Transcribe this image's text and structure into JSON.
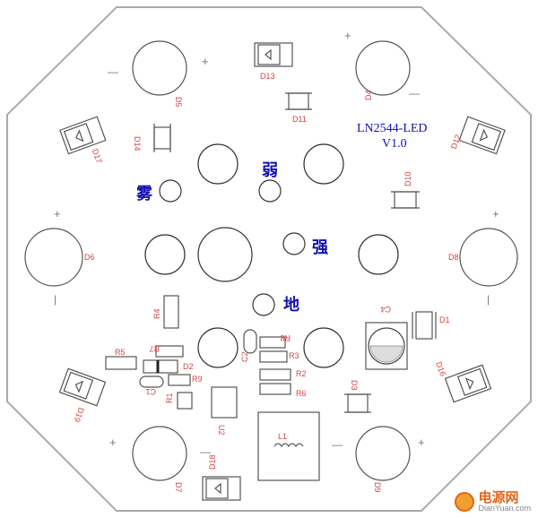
{
  "board": {
    "title": "LN2544-LED",
    "version": "V1.0",
    "zones": {
      "fog": "雾",
      "weak": "弱",
      "strong": "强",
      "ground": "地"
    }
  },
  "refs": {
    "D1": "D1",
    "D2": "D2",
    "D3": "D3",
    "D4": "D4",
    "D5": "D5",
    "D6": "D6",
    "D7": "D7",
    "D8": "D8",
    "D9": "D9",
    "D10": "D10",
    "D11": "D11",
    "D12": "D12",
    "D13": "D13",
    "D14": "D14",
    "D16": "D16",
    "D17": "D17",
    "D18": "D18",
    "D19": "D19",
    "R1": "R1",
    "R2": "R2",
    "R3": "R3",
    "R4": "R4",
    "R5": "R5",
    "R6": "R6",
    "R7": "R7",
    "R8": "R8",
    "R9": "R9",
    "C1": "C1",
    "C2": "C2",
    "C4": "C4",
    "U2": "U2",
    "L1": "L1"
  },
  "watermark": {
    "brand": "电源网",
    "url": "DianYuan.com"
  },
  "colors": {
    "silkscreen": "#d84040",
    "annotation": "#1010b0",
    "outline": "#aaaaaa",
    "watermark": "#e2641b"
  }
}
